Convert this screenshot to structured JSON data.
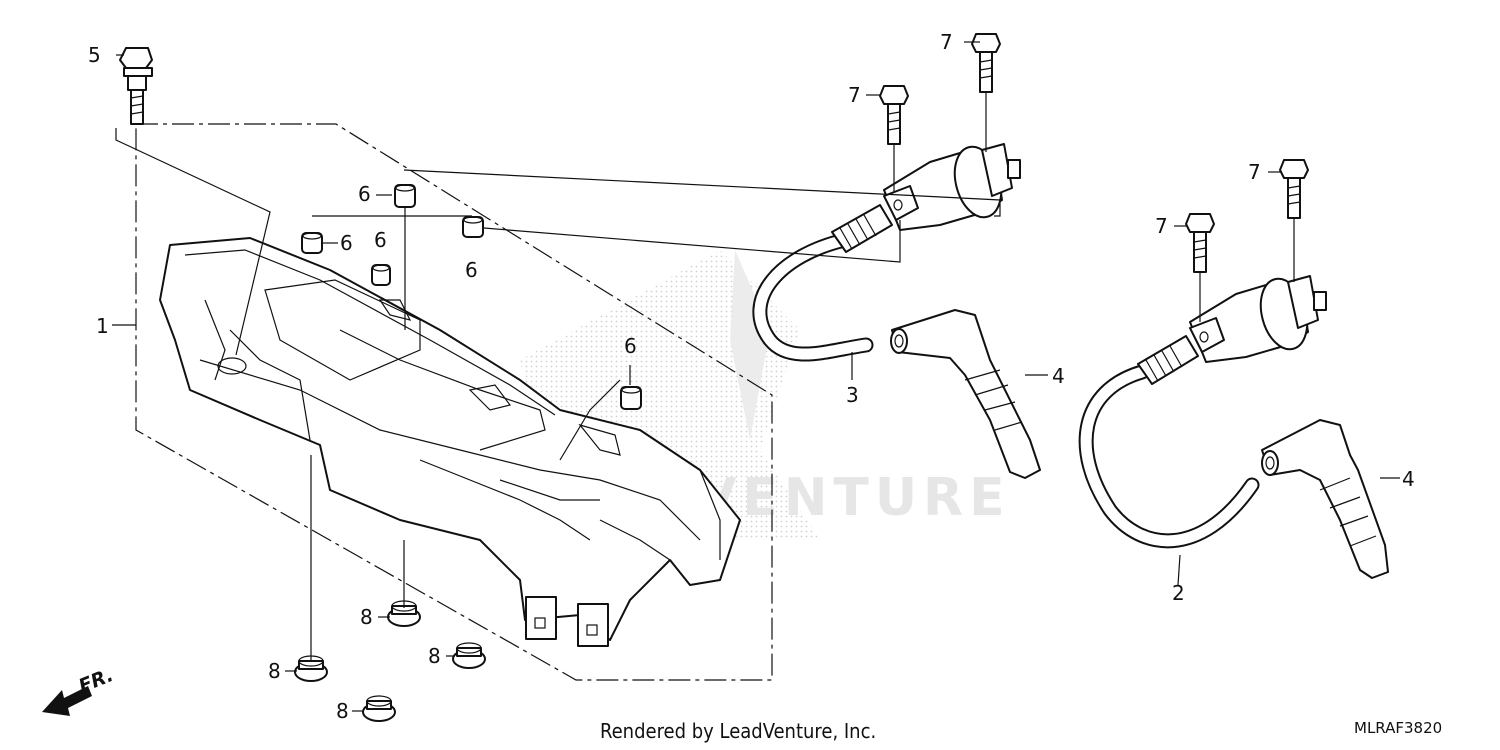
{
  "callouts": {
    "c1": "1",
    "c2": "2",
    "c3": "3",
    "c4a": "4",
    "c4b": "4",
    "c5": "5",
    "c6a": "6",
    "c6b": "6",
    "c6c": "6",
    "c6d": "6",
    "c6e": "6",
    "c7a": "7",
    "c7b": "7",
    "c7c": "7",
    "c7d": "7",
    "c8a": "8",
    "c8b": "8",
    "c8c": "8",
    "c8d": "8"
  },
  "direction_label": "FR.",
  "footer": {
    "credit": "Rendered by LeadVenture, Inc.",
    "code": "MLRAF3820"
  },
  "watermark_text": "LEADVENTURE"
}
